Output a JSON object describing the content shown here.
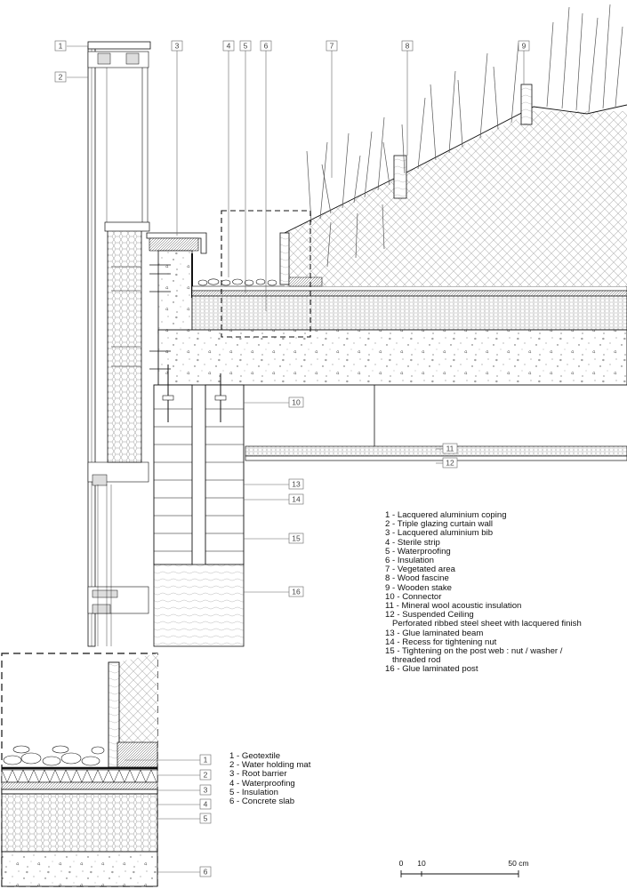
{
  "main_tags": [
    "1",
    "2",
    "3",
    "4",
    "5",
    "6",
    "7",
    "8",
    "9",
    "10",
    "11",
    "12",
    "13",
    "14",
    "15",
    "16"
  ],
  "detail_tags": [
    "1",
    "2",
    "3",
    "4",
    "5",
    "6"
  ],
  "legend_main": [
    {
      "text": "1 - Lacquered aluminium coping"
    },
    {
      "text": "2 - Triple glazing curtain wall"
    },
    {
      "text": "3 - Lacquered aluminium bib"
    },
    {
      "text": "4 - Sterile strip"
    },
    {
      "text": "5 - Waterproofing"
    },
    {
      "text": "6 - Insulation"
    },
    {
      "text": "7 - Vegetated area"
    },
    {
      "text": "8 - Wood fascine"
    },
    {
      "text": "9 - Wooden stake"
    },
    {
      "text": "10 - Connector"
    },
    {
      "text": "11 - Mineral wool acoustic insulation"
    },
    {
      "text": "12 - Suspended Ceiling",
      "sub": "Perforated ribbed steel sheet with lacquered finish"
    },
    {
      "text": "13 - Glue laminated beam"
    },
    {
      "text": "14 - Recess for tightening nut"
    },
    {
      "text": "15 - Tightening on the post web : nut / washer /",
      "sub": "threaded rod"
    },
    {
      "text": "16 - Glue laminated post"
    }
  ],
  "legend_detail": [
    {
      "text": "1 - Geotextile"
    },
    {
      "text": "2 - Water holding mat"
    },
    {
      "text": "3 - Root barrier"
    },
    {
      "text": "4 - Waterproofing"
    },
    {
      "text": "5 - Insulation"
    },
    {
      "text": "6 - Concrete slab"
    }
  ],
  "scale": {
    "ticks": [
      "0",
      "10",
      "50 cm"
    ]
  }
}
